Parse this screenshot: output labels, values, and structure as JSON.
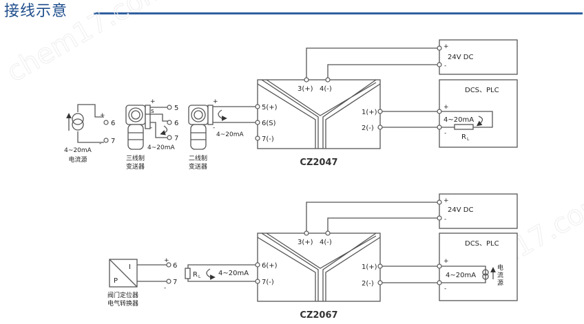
{
  "header": {
    "title": "接线示意"
  },
  "watermark": "chem17.com",
  "diagram1": {
    "model": "CZ2047",
    "top_terminals": [
      "3(+)",
      "4(-)"
    ],
    "left_terminals": [
      "5(+)",
      "6(S)",
      "7(-)"
    ],
    "right_terminals": [
      "1(+)",
      "2(-)"
    ],
    "power_box": {
      "label": "24V DC",
      "plus": "+",
      "minus": "-"
    },
    "dcs_box": {
      "title": "DCS、PLC",
      "plus": "+",
      "minus": "-",
      "signal": "4~20mA",
      "resistor": "R",
      "resistor_sub": "L"
    },
    "inputs": {
      "current_source": {
        "plus": "+",
        "minus": "-",
        "term_a": "6",
        "term_b": "7",
        "signal": "4~20mA",
        "caption": "电流源"
      },
      "three_wire": {
        "plus": "+",
        "s": "s",
        "minus": "-",
        "term_a": "5",
        "term_b": "6",
        "term_c": "7",
        "signal": "4~20mA",
        "caption1": "三线制",
        "caption2": "变送器"
      },
      "two_wire": {
        "plus": "+",
        "minus": "-",
        "signal": "4~20mA",
        "caption1": "二线制",
        "caption2": "变送器"
      }
    }
  },
  "diagram2": {
    "model": "CZ2067",
    "top_terminals": [
      "3(+)",
      "4(-)"
    ],
    "left_terminals": [
      "6(+)",
      "7(-)"
    ],
    "right_terminals": [
      "1(+)",
      "2(-)"
    ],
    "power_box": {
      "label": "24V DC",
      "plus": "+",
      "minus": "-"
    },
    "dcs_box": {
      "title": "DCS、PLC",
      "plus": "+",
      "minus": "-",
      "signal": "4~20mA",
      "source_caption": [
        "电",
        "流",
        "源"
      ]
    },
    "inputs": {
      "positioner": {
        "i_label": "I",
        "p_label": "P",
        "plus": "+",
        "minus": "-",
        "term_a": "6",
        "term_b": "7",
        "caption1": "阀门定位器",
        "caption2": "电气转换器"
      },
      "load": {
        "resistor": "R",
        "resistor_sub": "L",
        "signal": "4~20mA"
      }
    }
  }
}
